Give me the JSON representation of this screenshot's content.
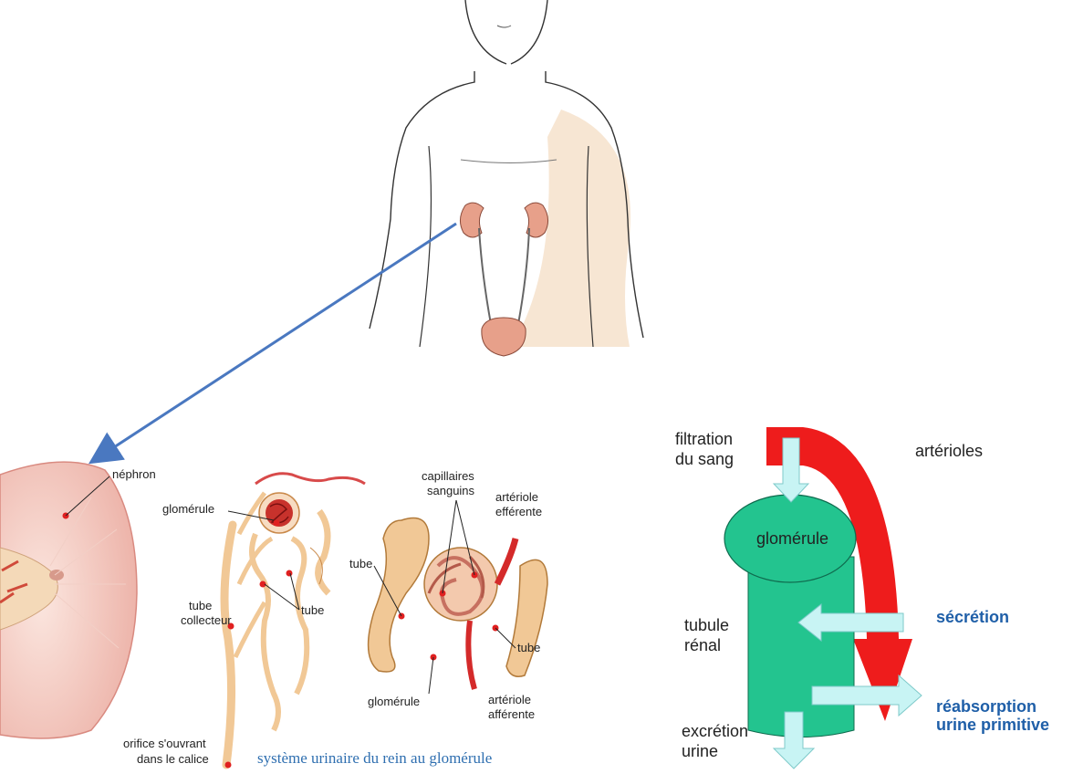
{
  "labels": {
    "nephron": "néphron",
    "glomerule": "glomérule",
    "tube_collecteur_1": "tube",
    "tube_collecteur_2": "collecteur",
    "tube_a": "tube",
    "orifice_1": "orifice s'ouvrant",
    "orifice_2": "dans le calice",
    "caption": "système urinaire du rein au glomérule",
    "capillaires_1": "capillaires",
    "capillaires_2": "sanguins",
    "art_eff_1": "artériole",
    "art_eff_2": "efférente",
    "tube_b": "tube",
    "tube_c": "tube",
    "glomerule_b": "glomérule",
    "art_aff_1": "artériole",
    "art_aff_2": "afférente"
  },
  "schema": {
    "filtration_1": "filtration",
    "filtration_2": "du sang",
    "arterioles": "artérioles",
    "glomerule": "glomérule",
    "tubule_1": "tubule",
    "tubule_2": "rénal",
    "secretion": "sécrétion",
    "reabsorption_1": "réabsorption",
    "reabsorption_2": "urine primitive",
    "excretion_1": "excrétion",
    "excretion_2": "urine"
  },
  "colors": {
    "arrow_blue": "#4a78c0",
    "artery_red": "#ee1c1c",
    "tubule_green": "#23c48f",
    "flow_cyan": "#c8f4f4",
    "kidney_pink": "#e7a08a",
    "tube_tan": "#f1c896",
    "label_blue": "#1f5fa8"
  }
}
